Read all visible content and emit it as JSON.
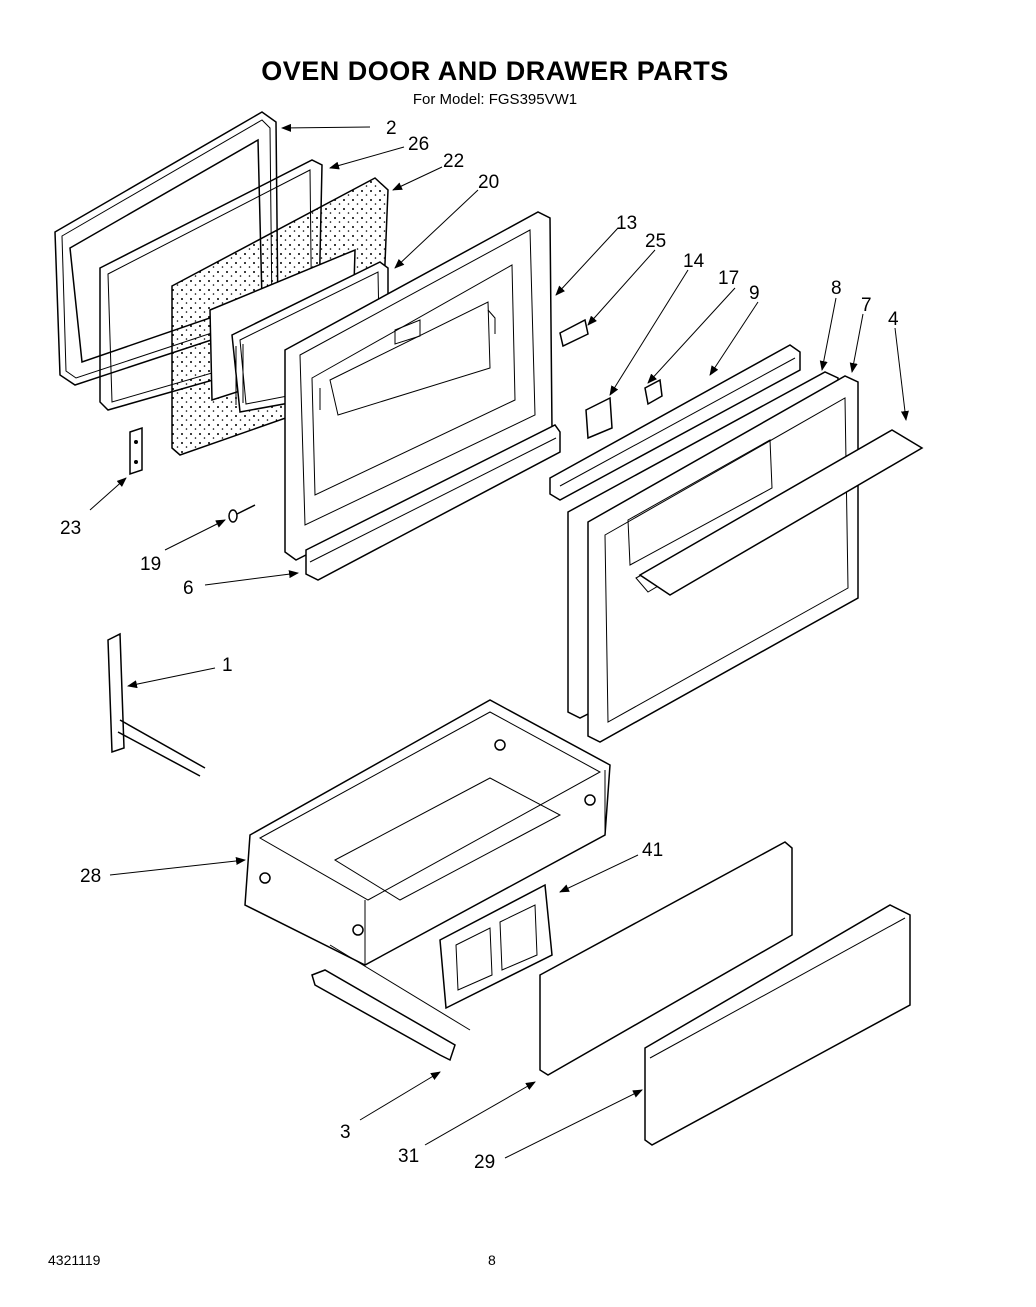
{
  "title": "OVEN DOOR AND DRAWER PARTS",
  "subtitle": "For Model: FGS395VW1",
  "footer": {
    "doc_number": "4321119",
    "page_number": "8"
  },
  "callouts": [
    {
      "id": "c2",
      "label": "2"
    },
    {
      "id": "c26",
      "label": "26"
    },
    {
      "id": "c22",
      "label": "22"
    },
    {
      "id": "c20",
      "label": "20"
    },
    {
      "id": "c13",
      "label": "13"
    },
    {
      "id": "c25",
      "label": "25"
    },
    {
      "id": "c14",
      "label": "14"
    },
    {
      "id": "c17",
      "label": "17"
    },
    {
      "id": "c9",
      "label": "9"
    },
    {
      "id": "c8",
      "label": "8"
    },
    {
      "id": "c7",
      "label": "7"
    },
    {
      "id": "c4",
      "label": "4"
    },
    {
      "id": "c23",
      "label": "23"
    },
    {
      "id": "c19",
      "label": "19"
    },
    {
      "id": "c6",
      "label": "6"
    },
    {
      "id": "c1",
      "label": "1"
    },
    {
      "id": "c28",
      "label": "28"
    },
    {
      "id": "c41",
      "label": "41"
    },
    {
      "id": "c3",
      "label": "3"
    },
    {
      "id": "c31",
      "label": "31"
    },
    {
      "id": "c29",
      "label": "29"
    }
  ]
}
